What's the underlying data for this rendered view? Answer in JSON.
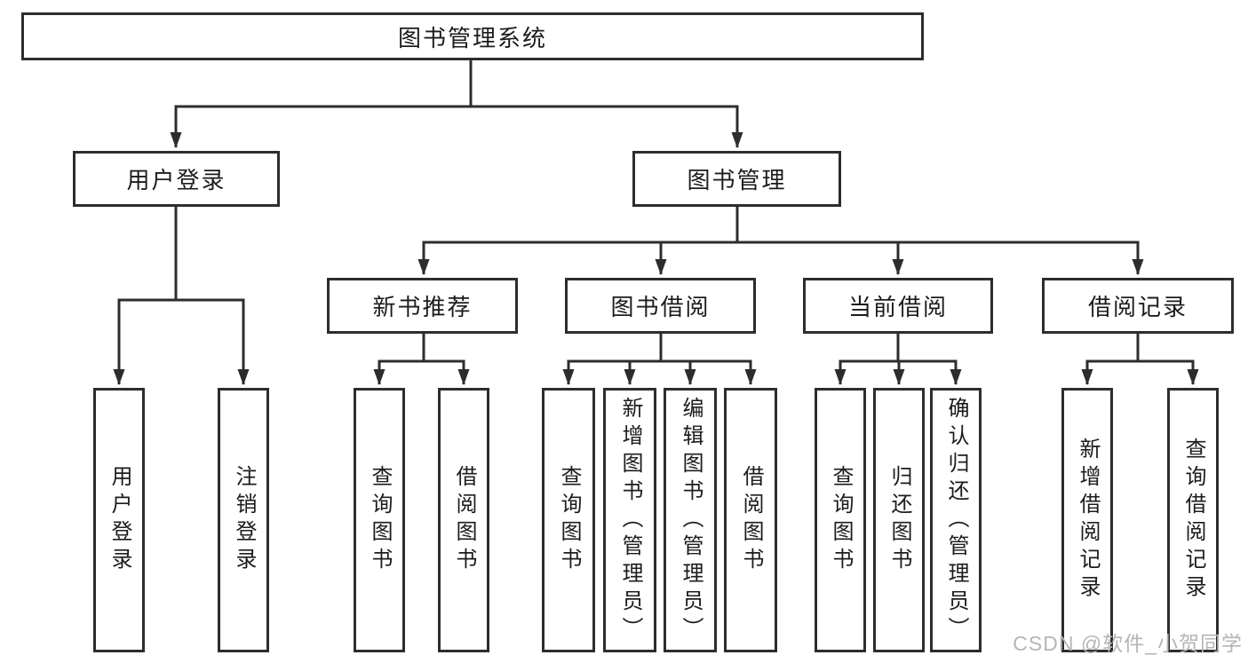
{
  "diagram": {
    "root": {
      "label": "图书管理系统"
    },
    "level2": [
      {
        "id": "user-login",
        "label": "用户登录"
      },
      {
        "id": "book-management",
        "label": "图书管理"
      }
    ],
    "level3": [
      {
        "id": "new-book-recommend",
        "parent": "图书管理",
        "label": "新书推荐"
      },
      {
        "id": "book-borrowing",
        "parent": "图书管理",
        "label": "图书借阅"
      },
      {
        "id": "current-borrowing",
        "parent": "图书管理",
        "label": "当前借阅"
      },
      {
        "id": "borrowing-records",
        "parent": "图书管理",
        "label": "借阅记录"
      }
    ],
    "leaves": [
      {
        "parent": "用户登录",
        "label": "用户登录"
      },
      {
        "parent": "用户登录",
        "label": "注销登录"
      },
      {
        "parent": "新书推荐",
        "label": "查询图书"
      },
      {
        "parent": "新书推荐",
        "label": "借阅图书"
      },
      {
        "parent": "图书借阅",
        "label": "查询图书"
      },
      {
        "parent": "图书借阅",
        "label": "新增图书（管理员）"
      },
      {
        "parent": "图书借阅",
        "label": "编辑图书（管理员）"
      },
      {
        "parent": "图书借阅",
        "label": "借阅图书"
      },
      {
        "parent": "当前借阅",
        "label": "查询图书"
      },
      {
        "parent": "当前借阅",
        "label": "归还图书"
      },
      {
        "parent": "当前借阅",
        "label": "确认归还（管理员）"
      },
      {
        "parent": "借阅记录",
        "label": "新增借阅记录"
      },
      {
        "parent": "借阅记录",
        "label": "查询借阅记录"
      }
    ],
    "watermark": "CSDN @软件_小贺同学",
    "colors": {
      "line": "#2d2d2d",
      "text": "#1c1c1c",
      "watermark": "#b5b5b5",
      "background": "#ffffff"
    }
  }
}
